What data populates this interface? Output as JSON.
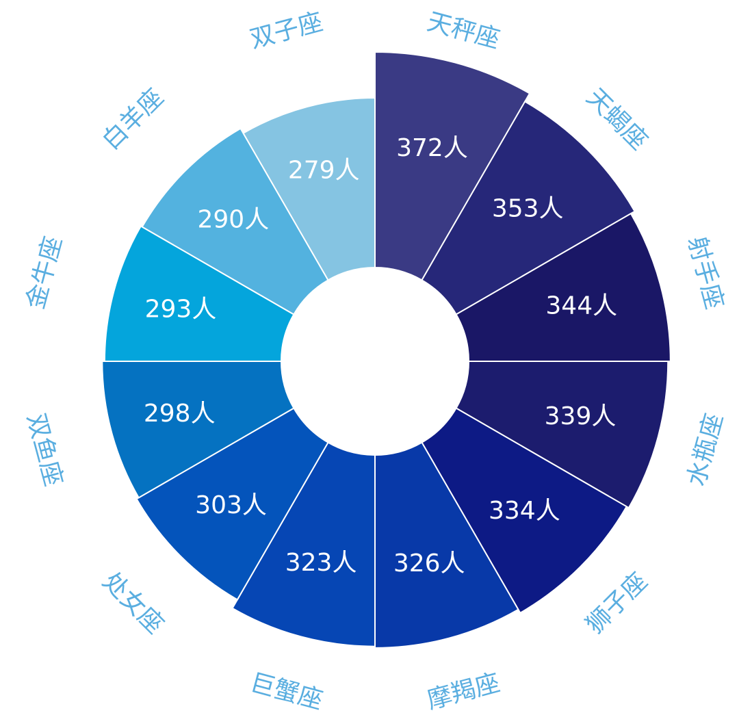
{
  "chart_data": {
    "type": "pie",
    "subtype": "nightingale-rose",
    "unit": "人",
    "categories": [
      "天秤座",
      "天蝎座",
      "射手座",
      "水瓶座",
      "狮子座",
      "摩羯座",
      "巨蟹座",
      "处女座",
      "双鱼座",
      "金牛座",
      "白羊座",
      "双子座"
    ],
    "values": [
      372,
      353,
      344,
      339,
      334,
      326,
      323,
      303,
      298,
      293,
      290,
      279
    ],
    "value_labels": [
      "372人",
      "353人",
      "344人",
      "339人",
      "334人",
      "326人",
      "323人",
      "303人",
      "298人",
      "293人",
      "290人",
      "279人"
    ],
    "colors": [
      "#3a3a84",
      "#262779",
      "#1a1766",
      "#1c1c6e",
      "#0d1a85",
      "#0839a8",
      "#0646b4",
      "#0454bb",
      "#0572c1",
      "#04a5dc",
      "#53b2df",
      "#85c4e2"
    ],
    "label_color": "#5aaee0"
  }
}
